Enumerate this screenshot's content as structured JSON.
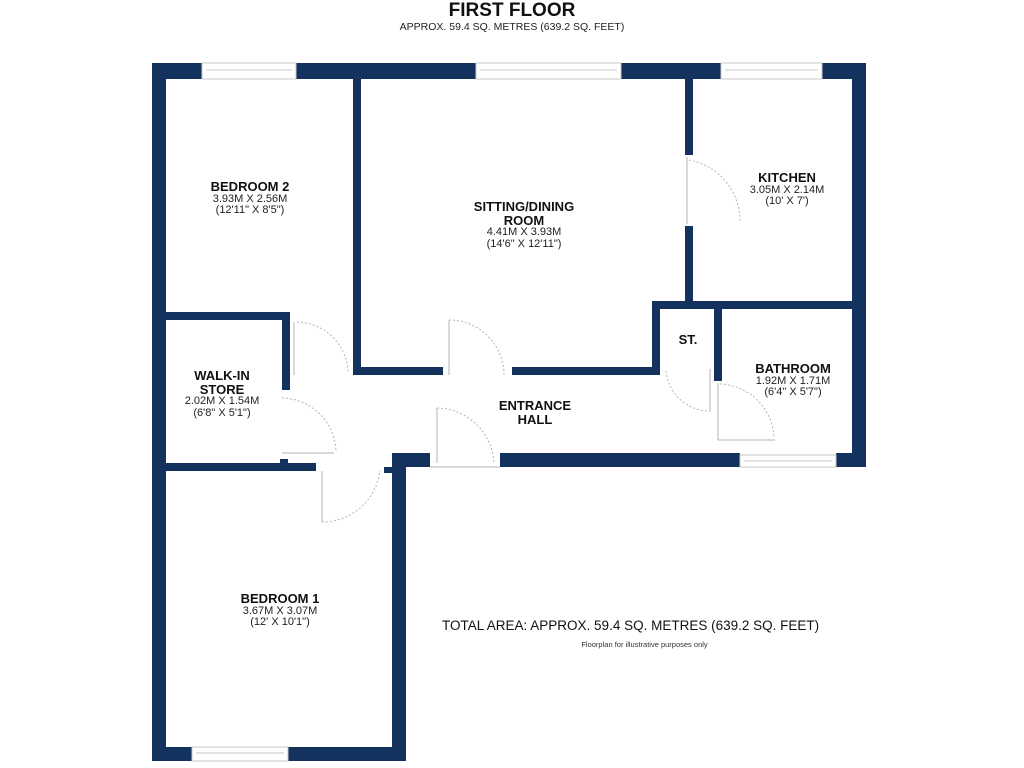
{
  "header": {
    "title": "FIRST FLOOR",
    "subtitle": "APPROX. 59.4 SQ. METRES (639.2 SQ. FEET)"
  },
  "colors": {
    "wall": "#14325e",
    "background": "#ffffff",
    "door_line": "#bbbbbb"
  },
  "rooms": [
    {
      "name": "BEDROOM 2",
      "metric": "3.93M X 2.56M",
      "imperial": "(12'11\" X 8'5\")"
    },
    {
      "name": "SITTING/DINING",
      "name2": "ROOM",
      "metric": "4.41M X 3.93M",
      "imperial": "(14'6\" X 12'11\")"
    },
    {
      "name": "KITCHEN",
      "metric": "3.05M X 2.14M",
      "imperial": "(10' X 7')"
    },
    {
      "name": "WALK-IN",
      "name2": "STORE",
      "metric": "2.02M X 1.54M",
      "imperial": "(6'8\" X 5'1\")"
    },
    {
      "name": "ENTRANCE",
      "name2": "HALL"
    },
    {
      "name": "ST."
    },
    {
      "name": "BATHROOM",
      "metric": "1.92M X 1.71M",
      "imperial": "(6'4\" X 5'7\")"
    },
    {
      "name": "BEDROOM 1",
      "metric": "3.67M X 3.07M",
      "imperial": "(12' X 10'1\")"
    }
  ],
  "footer": {
    "total_area": "TOTAL AREA: APPROX. 59.4 SQ. METRES (639.2 SQ. FEET)",
    "disclaimer": "Floorplan for illustrative purposes only"
  }
}
